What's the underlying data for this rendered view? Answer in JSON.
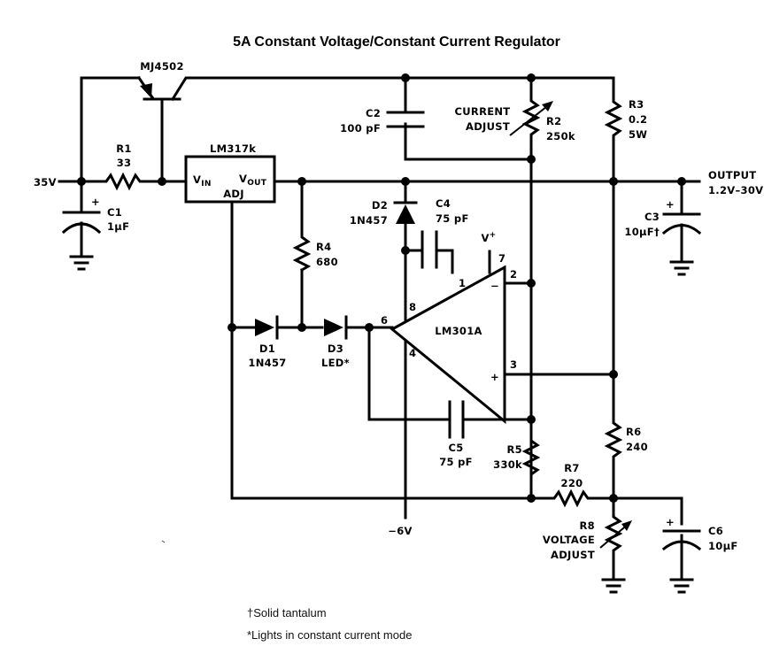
{
  "title": "5A Constant Voltage/Constant Current Regulator",
  "components": {
    "q1": {
      "ref": "MJ4502"
    },
    "u1": {
      "ref": "LM317k",
      "pin_vin": "V",
      "pin_vin_sub": "IN",
      "pin_vout": "V",
      "pin_vout_sub": "OUT",
      "pin_adj": "ADJ"
    },
    "u2": {
      "ref": "LM301A",
      "supply": "V",
      "supply_sup": "+",
      "pins": {
        "p1": "1",
        "p2": "2",
        "p3": "3",
        "p4": "4",
        "p6": "6",
        "p7": "7",
        "p8": "8"
      },
      "inv": "−",
      "noninv": "+"
    },
    "r1": {
      "ref": "R1",
      "value": "33"
    },
    "r2": {
      "ref": "R2",
      "value": "250k",
      "function_line1": "CURRENT",
      "function_line2": "ADJUST"
    },
    "r3": {
      "ref": "R3",
      "value": "0.2",
      "rating": "5W"
    },
    "r4": {
      "ref": "R4",
      "value": "680"
    },
    "r5": {
      "ref": "R5",
      "value": "330k"
    },
    "r6": {
      "ref": "R6",
      "value": "240"
    },
    "r7": {
      "ref": "R7",
      "value": "220"
    },
    "r8": {
      "ref": "R8",
      "function_line1": "VOLTAGE",
      "function_line2": "ADJUST"
    },
    "c1": {
      "ref": "C1",
      "value": "1μF",
      "polarity": "+"
    },
    "c2": {
      "ref": "C2",
      "value": "100 pF"
    },
    "c3": {
      "ref": "C3",
      "value": "10μF†",
      "polarity": "+"
    },
    "c4": {
      "ref": "C4",
      "value": "75 pF"
    },
    "c5": {
      "ref": "C5",
      "value": "75 pF"
    },
    "c6": {
      "ref": "C6",
      "value": "10μF",
      "polarity": "+"
    },
    "d1": {
      "ref": "D1",
      "value": "1N457"
    },
    "d2": {
      "ref": "D2",
      "value": "1N457"
    },
    "d3": {
      "ref": "D3",
      "value": "LED*"
    }
  },
  "nets": {
    "input": "35V",
    "output_line1": "OUTPUT",
    "output_line2": "1.2V–30V",
    "neg_supply": "−6V"
  },
  "footnotes": [
    "†Solid tantalum",
    "*Lights in constant current mode"
  ]
}
